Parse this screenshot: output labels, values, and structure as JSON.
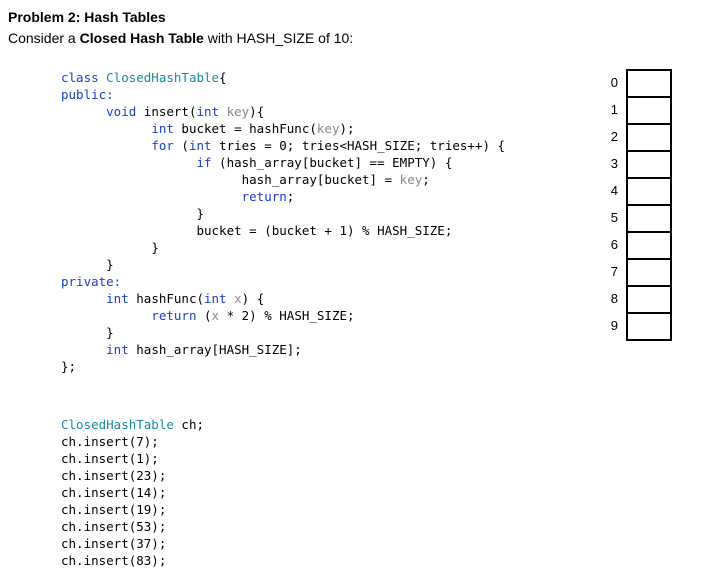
{
  "header": {
    "title": "Problem 2: Hash Tables",
    "subtitle_prefix": "Consider a ",
    "subtitle_bold": "Closed Hash Table",
    "subtitle_suffix": " with HASH_SIZE of 10:"
  },
  "code_lines": [
    {
      "indent": "",
      "parts": [
        [
          "kw",
          "class "
        ],
        [
          "tp",
          "ClosedHashTable"
        ],
        [
          "",
          "{"
        ]
      ]
    },
    {
      "indent": "",
      "parts": [
        [
          "kw",
          "public:"
        ]
      ]
    },
    {
      "indent": "      ",
      "parts": [
        [
          "kw",
          "void "
        ],
        [
          "",
          "insert("
        ],
        [
          "kw",
          "int "
        ],
        [
          "gr",
          "key"
        ],
        [
          "",
          "){"
        ]
      ]
    },
    {
      "indent": "            ",
      "parts": [
        [
          "kw",
          "int "
        ],
        [
          "",
          "bucket = hashFunc("
        ],
        [
          "gr",
          "key"
        ],
        [
          "",
          ");"
        ]
      ]
    },
    {
      "indent": "            ",
      "parts": [
        [
          "kw",
          "for "
        ],
        [
          "",
          "("
        ],
        [
          "kw",
          "int "
        ],
        [
          "",
          "tries = 0; tries<HASH_SIZE; tries++) {"
        ]
      ]
    },
    {
      "indent": "                  ",
      "parts": [
        [
          "kw",
          "if "
        ],
        [
          "",
          "(hash_array[bucket] == EMPTY) {"
        ]
      ]
    },
    {
      "indent": "                        ",
      "parts": [
        [
          "",
          "hash_array[bucket] = "
        ],
        [
          "gr",
          "key"
        ],
        [
          "",
          ";"
        ]
      ]
    },
    {
      "indent": "                        ",
      "parts": [
        [
          "kw",
          "return"
        ],
        [
          "",
          ";"
        ]
      ]
    },
    {
      "indent": "                  ",
      "parts": [
        [
          "",
          "}"
        ]
      ]
    },
    {
      "indent": "                  ",
      "parts": [
        [
          "",
          "bucket = (bucket + 1) % HASH_SIZE;"
        ]
      ]
    },
    {
      "indent": "            ",
      "parts": [
        [
          "",
          "}"
        ]
      ]
    },
    {
      "indent": "      ",
      "parts": [
        [
          "",
          "}"
        ]
      ]
    },
    {
      "indent": "",
      "parts": [
        [
          "kw",
          "private:"
        ]
      ]
    },
    {
      "indent": "      ",
      "parts": [
        [
          "kw",
          "int "
        ],
        [
          "",
          "hashFunc("
        ],
        [
          "kw",
          "int "
        ],
        [
          "gr",
          "x"
        ],
        [
          "",
          ") {"
        ]
      ]
    },
    {
      "indent": "            ",
      "parts": [
        [
          "kw",
          "return "
        ],
        [
          "",
          "("
        ],
        [
          "gr",
          "x"
        ],
        [
          "",
          " * 2) % HASH_SIZE;"
        ]
      ]
    },
    {
      "indent": "      ",
      "parts": [
        [
          "",
          "}"
        ]
      ]
    },
    {
      "indent": "      ",
      "parts": [
        [
          "kw",
          "int "
        ],
        [
          "",
          "hash_array[HASH_SIZE];"
        ]
      ]
    },
    {
      "indent": "",
      "parts": [
        [
          "",
          "};"
        ]
      ]
    }
  ],
  "usage_lines": [
    {
      "parts": [
        [
          "tp",
          "ClosedHashTable "
        ],
        [
          "",
          "ch;"
        ]
      ]
    },
    {
      "parts": [
        [
          "",
          "ch.insert(7);"
        ]
      ]
    },
    {
      "parts": [
        [
          "",
          "ch.insert(1);"
        ]
      ]
    },
    {
      "parts": [
        [
          "",
          "ch.insert(23);"
        ]
      ]
    },
    {
      "parts": [
        [
          "",
          "ch.insert(14);"
        ]
      ]
    },
    {
      "parts": [
        [
          "",
          "ch.insert(19);"
        ]
      ]
    },
    {
      "parts": [
        [
          "",
          "ch.insert(53);"
        ]
      ]
    },
    {
      "parts": [
        [
          "",
          "ch.insert(37);"
        ]
      ]
    },
    {
      "parts": [
        [
          "",
          "ch.insert(83);"
        ]
      ]
    }
  ],
  "hash_table": {
    "indices": [
      "0",
      "1",
      "2",
      "3",
      "4",
      "5",
      "6",
      "7",
      "8",
      "9"
    ],
    "values": [
      "",
      "",
      "",
      "",
      "",
      "",
      "",
      "",
      "",
      ""
    ]
  }
}
